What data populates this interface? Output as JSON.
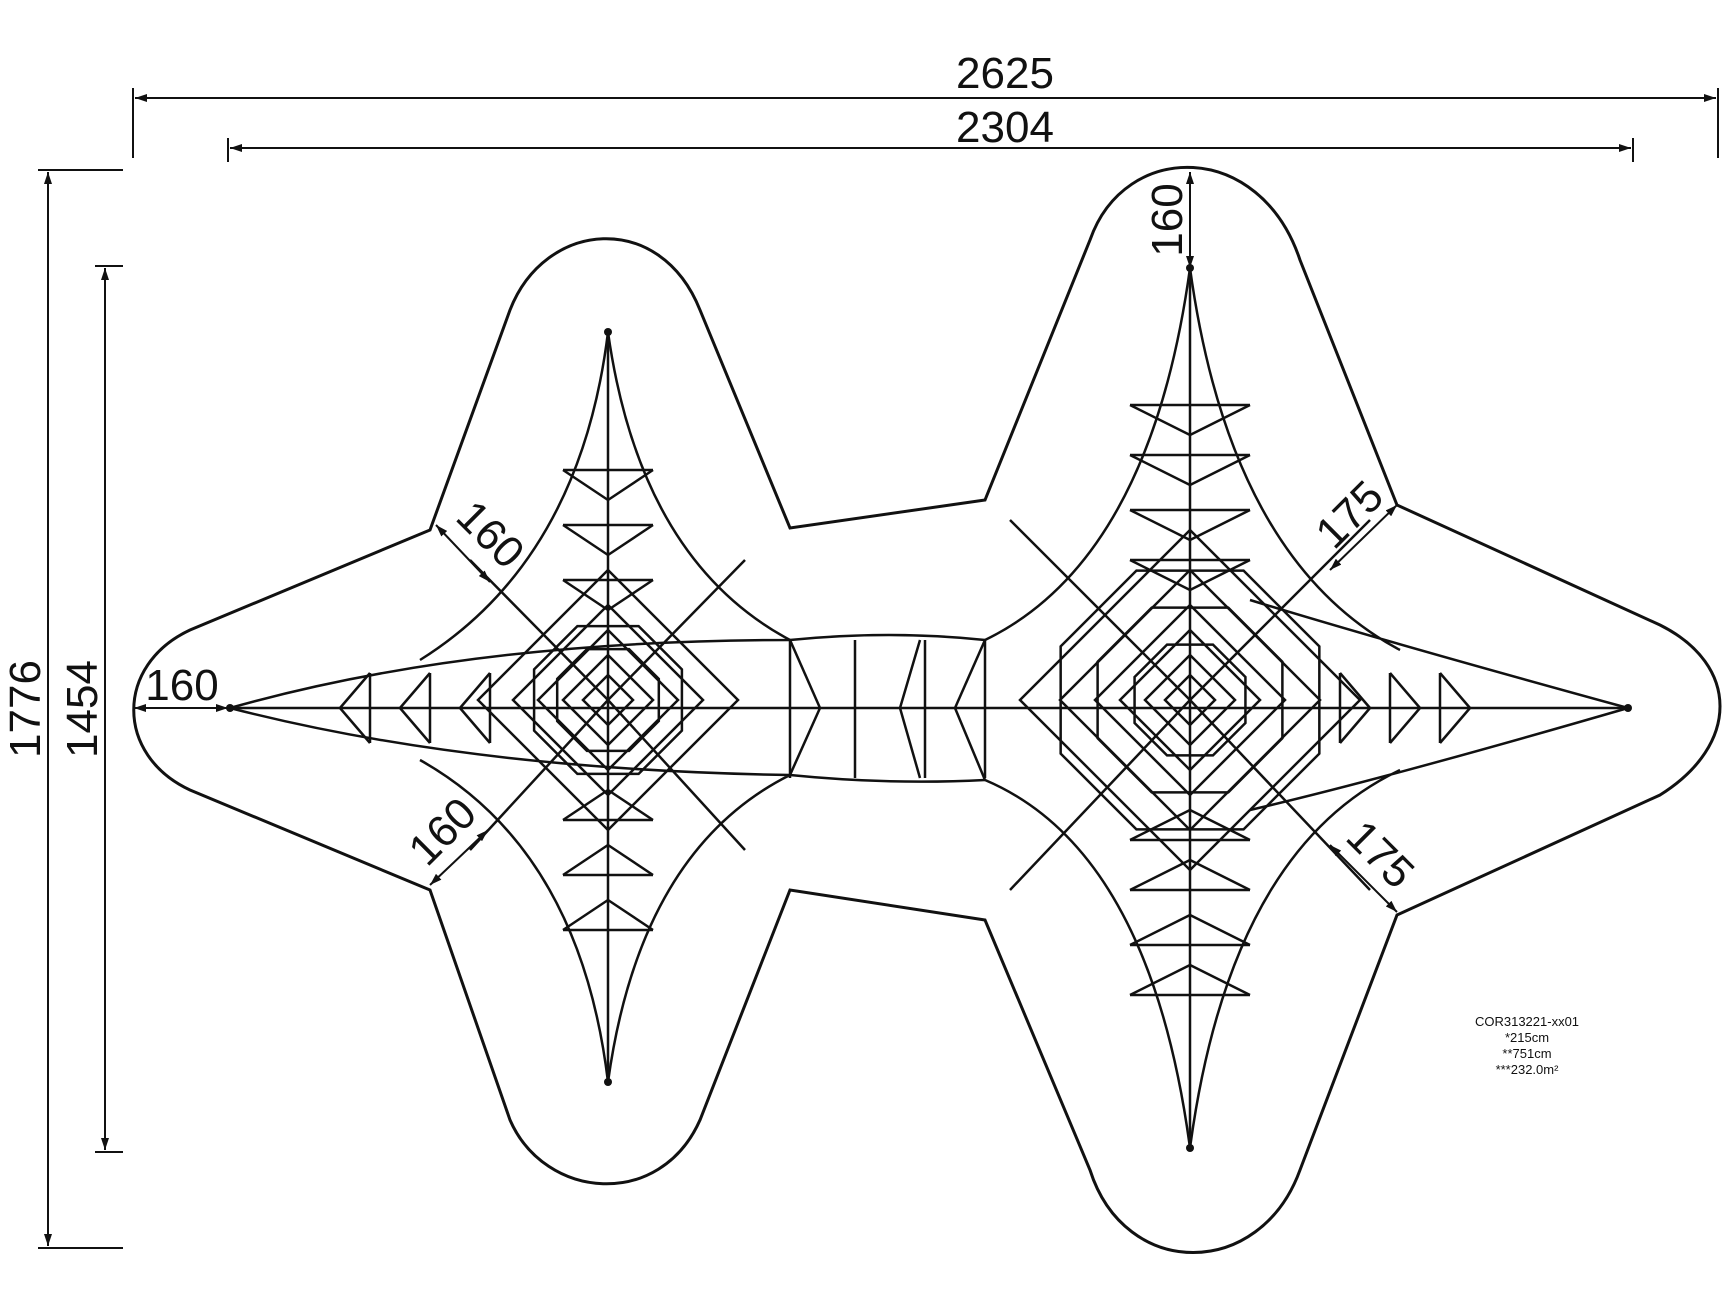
{
  "dimensions": {
    "overall_width": "2625",
    "inner_width": "2304",
    "overall_height": "1776",
    "inner_height": "1454",
    "left_tip_clearance": "160",
    "upper_left_clearance": "160",
    "lower_left_clearance": "160",
    "top_clearance": "160",
    "upper_right_clearance": "175",
    "lower_right_clearance": "175"
  },
  "info_box": {
    "product_code": "COR313221-xx01",
    "height": "*215cm",
    "length": "**751cm",
    "area": "***232.0m²"
  },
  "colors": {
    "ink": "#111111",
    "background": "#ffffff"
  }
}
